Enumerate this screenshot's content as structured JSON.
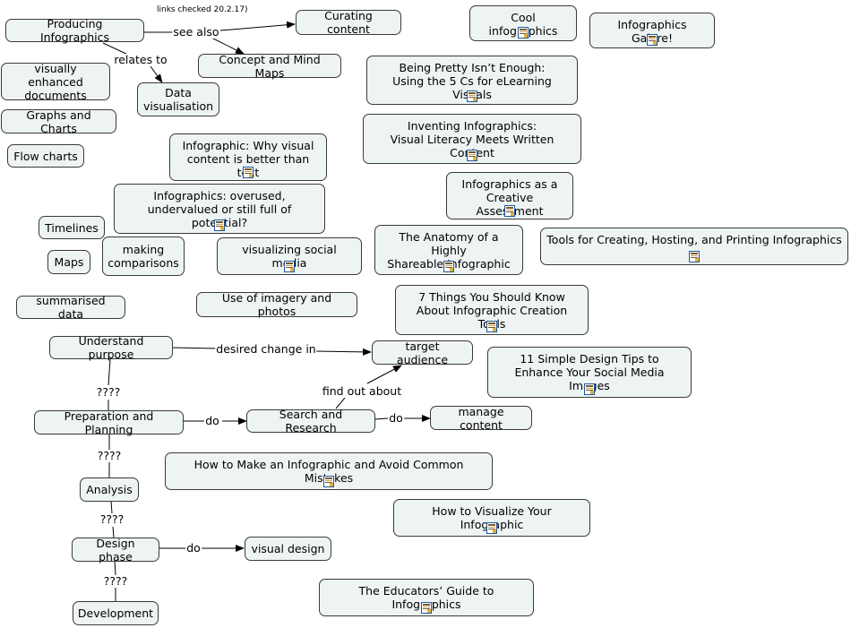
{
  "note": "links checked 20.2.17)",
  "nodes": {
    "producing": "Producing Infographics",
    "curating": "Curating content",
    "concept_maps": "Concept and Mind Maps",
    "data_vis": "Data\nvisualisation",
    "visually_enhanced": "visually enhanced\ndocuments",
    "graphs_charts": "Graphs and Charts",
    "flow_charts": "Flow charts",
    "timelines": "Timelines",
    "maps": "Maps",
    "making_comparisons": "making\ncomparisons",
    "summarised_data": "summarised data",
    "social_media": "visualizing social media",
    "imagery": "Use of imagery and photos",
    "understand": "Understand purpose",
    "target": "target audience",
    "preparation": "Preparation and Planning",
    "search": "Search and Research",
    "manage": "manage content",
    "analysis": "Analysis",
    "design": "Design phase",
    "visual_design": "visual design",
    "development": "Development"
  },
  "resources": {
    "cool": "Cool infographics",
    "galore": "Infographics Galore!",
    "pretty": "Being Pretty Isn’t Enough:\nUsing the 5 Cs for eLearning Visuals",
    "inventing": "Inventing Infographics:\nVisual Literacy Meets Written Content",
    "why_visual": "Infographic: Why visual\ncontent is better than text",
    "overused": "Infographics: overused,\nundervalued or still full of potential?",
    "creative": "Infographics as a\nCreative Assessment",
    "anatomy": "The Anatomy of a Highly\nShareable Infographic",
    "tools": "Tools for Creating, Hosting, and Printing Infographics",
    "seven_things": "7 Things You Should Know\nAbout Infographic Creation Tools",
    "eleven_tips": "11 Simple Design Tips to\nEnhance Your Social Media Images",
    "how_to_make": "How to Make an Infographic and Avoid Common Mistakes",
    "how_to_visualize": "How to Visualize Your Infographic",
    "educators": "The Educators’ Guide to Infographics"
  },
  "links": {
    "see_also": "see also",
    "relates_to": "relates to",
    "desired_change": "desired change in",
    "q1": "????",
    "q2": "????",
    "q3": "????",
    "q4": "????",
    "do1": "do",
    "do2": "do",
    "do3": "do",
    "find_out": "find out about"
  },
  "colors": {
    "node_fill": "#eef3f4",
    "node_border": "#3a3a3a",
    "line": "#000000",
    "resource_icon": "#1e5a9a"
  },
  "resource_icon_name": "document-icon"
}
